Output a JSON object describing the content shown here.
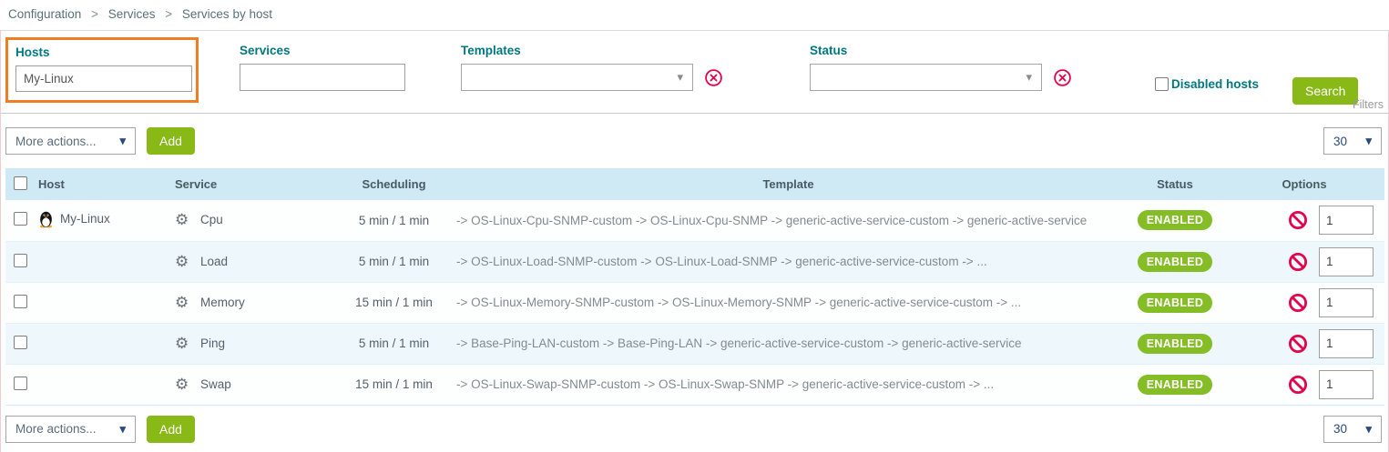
{
  "breadcrumb": {
    "items": [
      "Configuration",
      "Services",
      "Services by host"
    ],
    "separator": ">"
  },
  "filters": {
    "hosts": {
      "label": "Hosts",
      "value": "My-Linux"
    },
    "services": {
      "label": "Services",
      "value": ""
    },
    "templates": {
      "label": "Templates",
      "value": ""
    },
    "status": {
      "label": "Status",
      "value": ""
    },
    "disabled_hosts_label": "Disabled hosts",
    "disabled_hosts_checked": false,
    "search_label": "Search",
    "filters_caption": "Filters"
  },
  "toolbar": {
    "more_actions_label": "More actions...",
    "add_label": "Add",
    "page_size": "30"
  },
  "table": {
    "headers": [
      "Host",
      "Service",
      "Scheduling",
      "Template",
      "Status",
      "Options"
    ],
    "rows": [
      {
        "host": "My-Linux",
        "service": "Cpu",
        "scheduling": "5 min / 1 min",
        "template": "-> OS-Linux-Cpu-SNMP-custom -> OS-Linux-Cpu-SNMP -> generic-active-service-custom -> generic-active-service",
        "status": "ENABLED",
        "options_value": "1"
      },
      {
        "host": "",
        "service": "Load",
        "scheduling": "5 min / 1 min",
        "template": "-> OS-Linux-Load-SNMP-custom -> OS-Linux-Load-SNMP -> generic-active-service-custom -> ...",
        "status": "ENABLED",
        "options_value": "1"
      },
      {
        "host": "",
        "service": "Memory",
        "scheduling": "15 min / 1 min",
        "template": "-> OS-Linux-Memory-SNMP-custom -> OS-Linux-Memory-SNMP -> generic-active-service-custom -> ...",
        "status": "ENABLED",
        "options_value": "1"
      },
      {
        "host": "",
        "service": "Ping",
        "scheduling": "5 min / 1 min",
        "template": "-> Base-Ping-LAN-custom -> Base-Ping-LAN -> generic-active-service-custom -> generic-active-service",
        "status": "ENABLED",
        "options_value": "1"
      },
      {
        "host": "",
        "service": "Swap",
        "scheduling": "15 min / 1 min",
        "template": "-> OS-Linux-Swap-SNMP-custom -> OS-Linux-Swap-SNMP -> generic-active-service-custom -> ...",
        "status": "ENABLED",
        "options_value": "1"
      }
    ]
  },
  "icons": {
    "gear_glyph": "⚙",
    "dropdown_chevron_glyph": "▾",
    "select_chevron_glyph": "▾"
  },
  "colors": {
    "teal": "#00787f",
    "orange": "#ef7d23",
    "green": "#88b917",
    "badge": "#84bd25",
    "hdrbg": "#cfe9f5",
    "altbg": "#edf7fc",
    "red": "#e2054b"
  }
}
